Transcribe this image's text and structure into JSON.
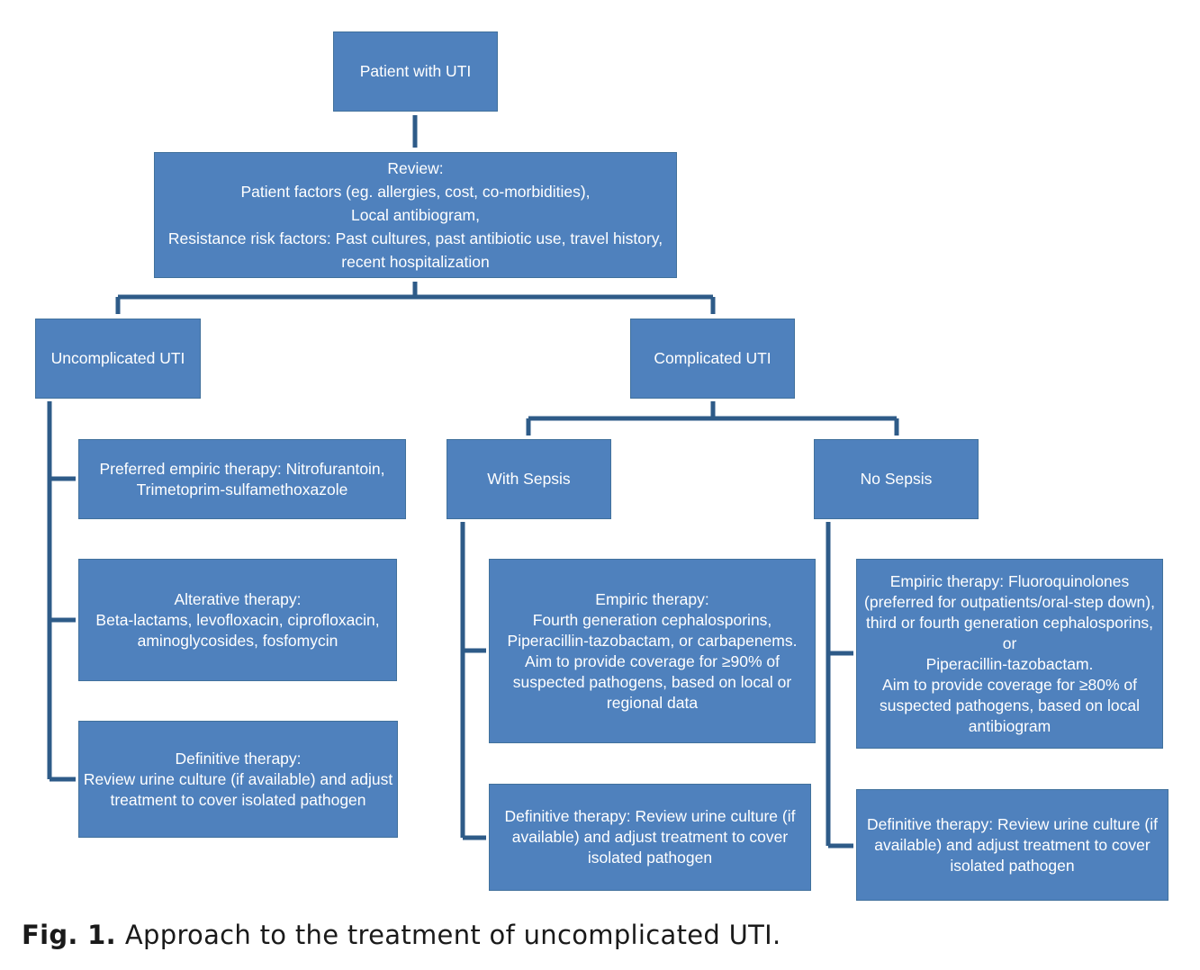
{
  "diagram": {
    "root": "Patient with UTI",
    "review": "Review:\nPatient factors (eg. allergies, cost, co-morbidities),\nLocal antibiogram,\nResistance risk factors: Past cultures, past antibiotic use, travel history, recent hospitalization",
    "uncomplicated": {
      "label": "Uncomplicated UTI",
      "preferred": "Preferred empiric therapy: Nitrofurantoin, Trimetoprim-sulfamethoxazole",
      "alternative": "Alterative therapy:\nBeta-lactams, levofloxacin, ciprofloxacin, aminoglycosides, fosfomycin",
      "definitive": "Definitive therapy:\nReview urine culture (if available) and adjust treatment to cover isolated pathogen"
    },
    "complicated": {
      "label": "Complicated UTI",
      "with_sepsis": {
        "label": "With Sepsis",
        "empiric": "Empiric therapy:\nFourth generation cephalosporins,\nPiperacillin-tazobactam, or carbapenems.\nAim to provide coverage for ≥90% of suspected pathogens, based on local or regional data",
        "definitive": "Definitive therapy: Review urine culture (if available) and adjust treatment to cover isolated pathogen"
      },
      "no_sepsis": {
        "label": "No Sepsis",
        "empiric": "Empiric therapy: Fluoroquinolones (preferred for outpatients/oral-step down),\nthird or fourth generation cephalosporins, or\nPiperacillin-tazobactam.\nAim to provide coverage for ≥80% of suspected pathogens, based on local antibiogram",
        "definitive": "Definitive therapy: Review urine culture (if available) and adjust treatment to cover isolated pathogen"
      }
    }
  },
  "caption": {
    "label": "Fig. 1.",
    "text": "Approach to the treatment of uncomplicated UTI."
  },
  "colors": {
    "box_fill": "#4f81bd",
    "connector": "#2e5b88"
  }
}
